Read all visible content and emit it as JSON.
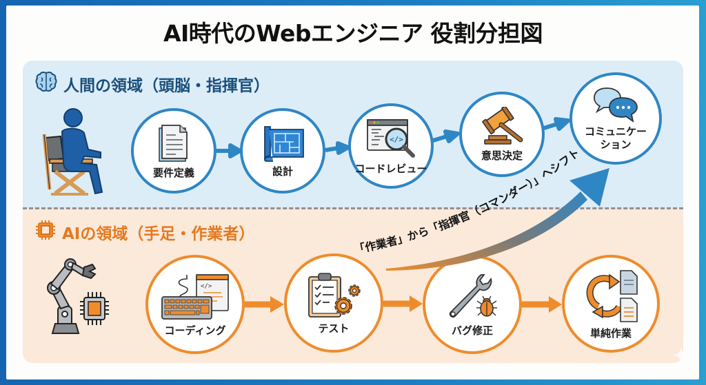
{
  "title": "AI時代のWebエンジニア 役割分担図",
  "colors": {
    "human_accent": "#2f86c4",
    "human_text": "#1b4f7c",
    "human_bg": "#dcedf7",
    "ai_accent": "#ee8c2c",
    "ai_text": "#e37a1f",
    "ai_bg": "#fbe9da",
    "frame": "#1c7fc2"
  },
  "human_section": {
    "icon": "brain-icon",
    "heading": "人間の領域（頭脳・指揮官）",
    "figure": "person-in-director-chair-icon",
    "steps": [
      {
        "label": "要件定義",
        "icon": "document-icon"
      },
      {
        "label": "設計",
        "icon": "blueprint-icon"
      },
      {
        "label": "コードレビュー",
        "icon": "code-review-magnifier-icon"
      },
      {
        "label": "意思決定",
        "icon": "gavel-icon"
      },
      {
        "label": "コミュニケー\nション",
        "label_line1": "コミュニケー",
        "label_line2": "ション",
        "icon": "chat-bubbles-icon"
      }
    ]
  },
  "ai_section": {
    "icon": "chip-icon",
    "heading": "AIの領域（手足・作業者）",
    "figure": "robot-arm-with-chip-icon",
    "steps": [
      {
        "label": "コーディング",
        "icon": "keyboard-code-icon"
      },
      {
        "label": "テスト",
        "icon": "clipboard-gears-icon"
      },
      {
        "label": "バグ修正",
        "icon": "wrench-bug-icon"
      },
      {
        "label": "単純作業",
        "icon": "repeat-documents-icon"
      }
    ]
  },
  "shift": {
    "text": "「作業者」から「指揮官（コマンダー）」へシフト",
    "icon": "curved-arrow-up-icon"
  }
}
